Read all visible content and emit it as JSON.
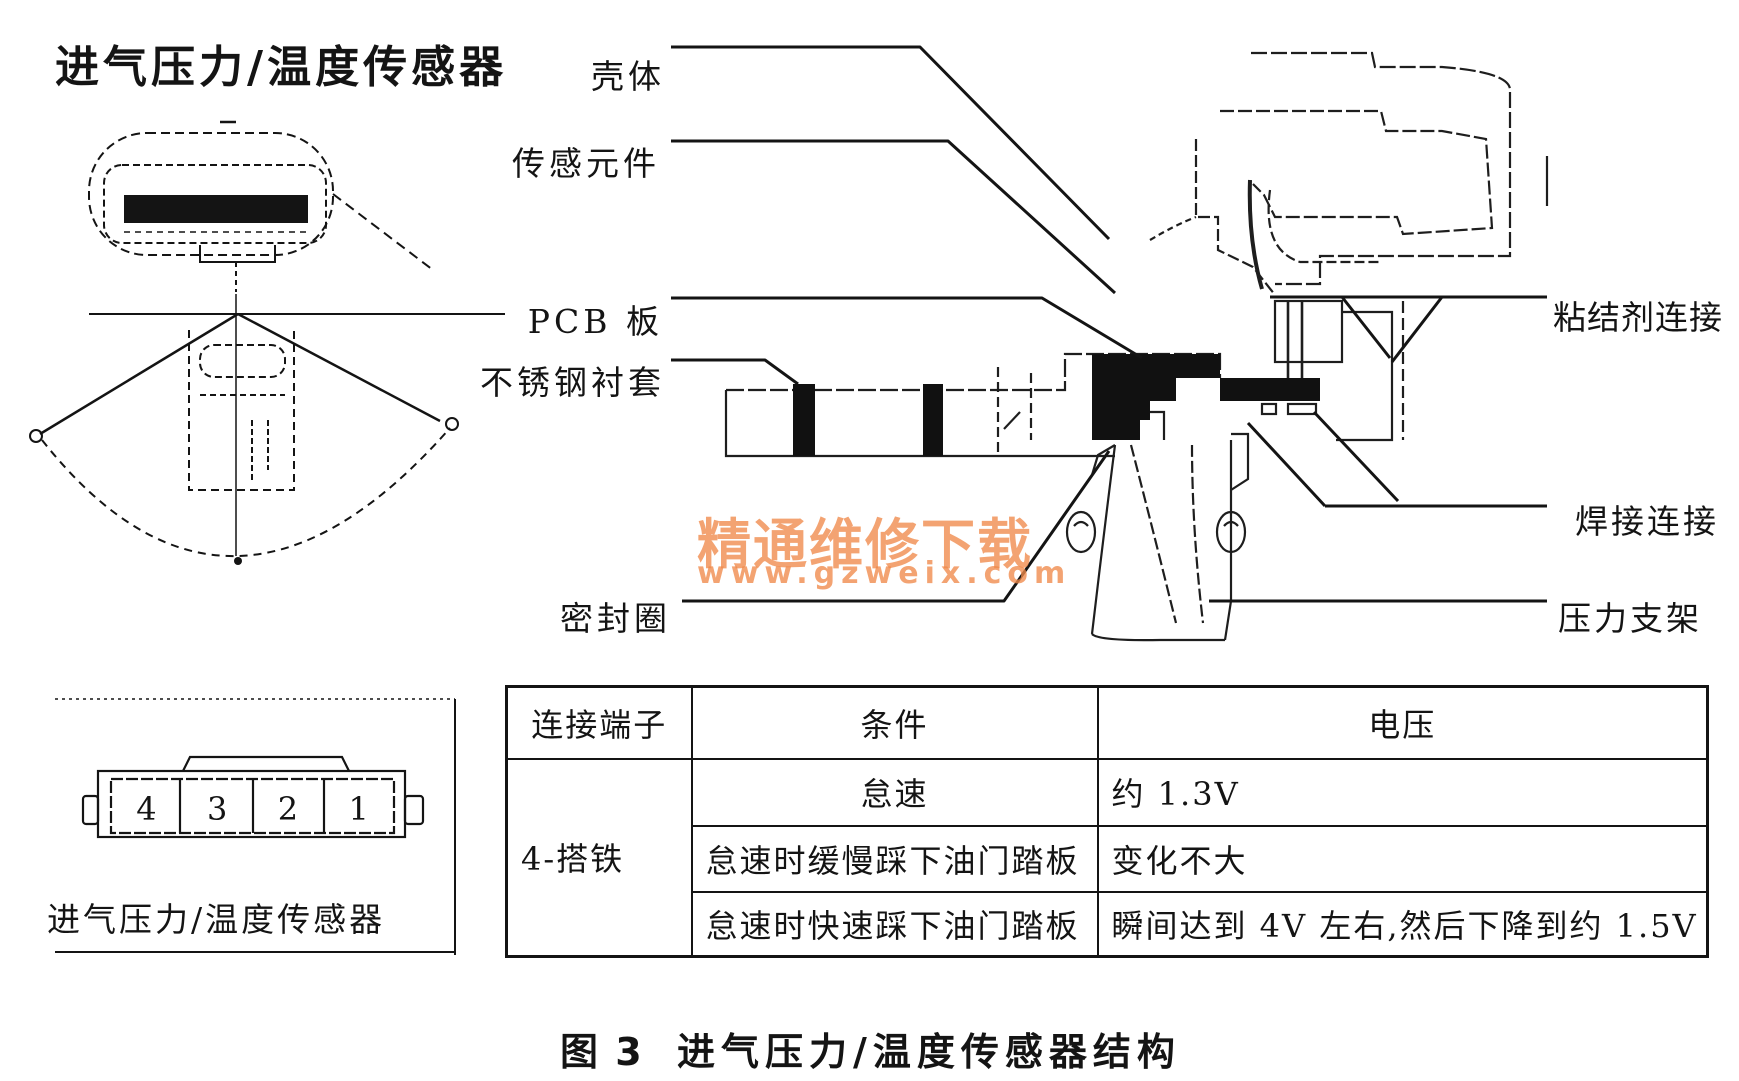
{
  "title": "进气压力/温度传感器",
  "labels": {
    "housing": "壳体",
    "sensing_element": "传感元件",
    "pcb_board": "PCB 板",
    "stainless_bushing": "不锈钢衬套",
    "seal_ring": "密封圈",
    "adhesive_joint": "粘结剂连接",
    "solder_joint": "焊接连接",
    "pressure_bracket": "压力支架"
  },
  "watermark": {
    "text": "精通维修下载",
    "url": "www.gzweix.com"
  },
  "connector": {
    "pins": [
      "4",
      "3",
      "2",
      "1"
    ],
    "caption": "进气压力/温度传感器"
  },
  "table": {
    "headers": {
      "terminal": "连接端子",
      "condition": "条件",
      "voltage": "电压"
    },
    "terminal": "4-搭铁",
    "rows": [
      {
        "condition": "怠速",
        "voltage": "约 1.3V"
      },
      {
        "condition": "怠速时缓慢踩下油门踏板",
        "voltage": "变化不大"
      },
      {
        "condition": "怠速时快速踩下油门踏板",
        "voltage": "瞬间达到 4V 左右,然后下降到约 1.5V"
      }
    ]
  },
  "figure_caption": {
    "number": "图 3",
    "text": "进气压力/温度传感器结构"
  },
  "colors": {
    "ink": "#141414",
    "paper": "#ffffff",
    "watermark": "#f08a4b"
  }
}
